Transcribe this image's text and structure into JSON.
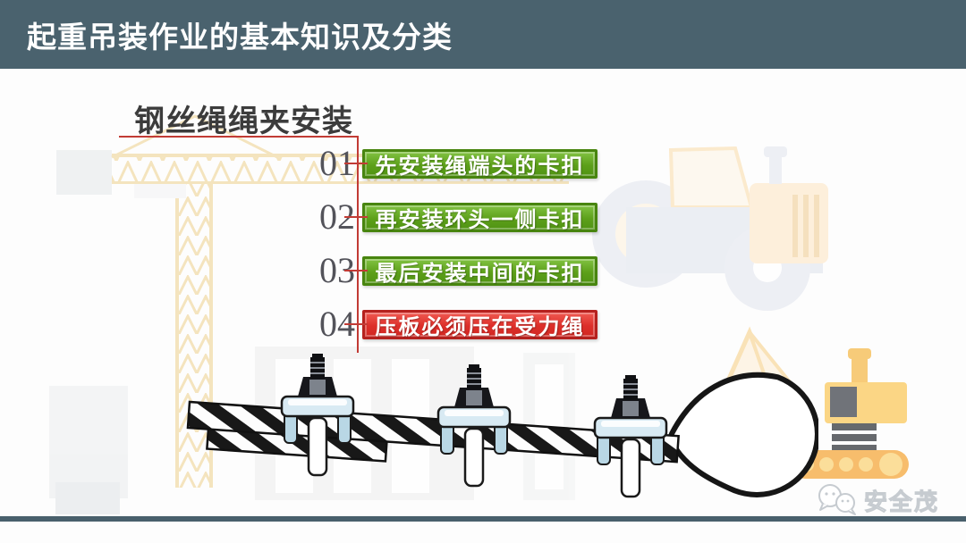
{
  "slide": {
    "header": {
      "title": "起重吊装作业的基本知识及分类"
    },
    "section": {
      "title": "钢丝绳绳夹安装"
    },
    "steps": {
      "items": [
        {
          "number": "01",
          "label": "先安装绳端头的卡扣",
          "variant": "green"
        },
        {
          "number": "02",
          "label": "再安装环头一侧卡扣",
          "variant": "green"
        },
        {
          "number": "03",
          "label": "最后安装中间的卡扣",
          "variant": "green"
        },
        {
          "number": "04",
          "label": "压板必须压在受力绳",
          "variant": "red"
        }
      ]
    },
    "illustration": {
      "name": "wire-rope-with-three-clips-and-eye-loop",
      "clip_count": "3"
    },
    "watermark": {
      "text": "安全茂",
      "icon": "chat-bubbles-icon"
    },
    "colors": {
      "header_bg": "#4a626e",
      "accent_red": "#c23b35",
      "ribbon_green": "#5da01a",
      "ribbon_red": "#dd2f2a",
      "clip_saddle_blue": "#cfe4ef"
    },
    "background_icons": [
      "tower-crane-icon",
      "road-roller-icon",
      "excavator-icon",
      "buildings-icon"
    ]
  }
}
